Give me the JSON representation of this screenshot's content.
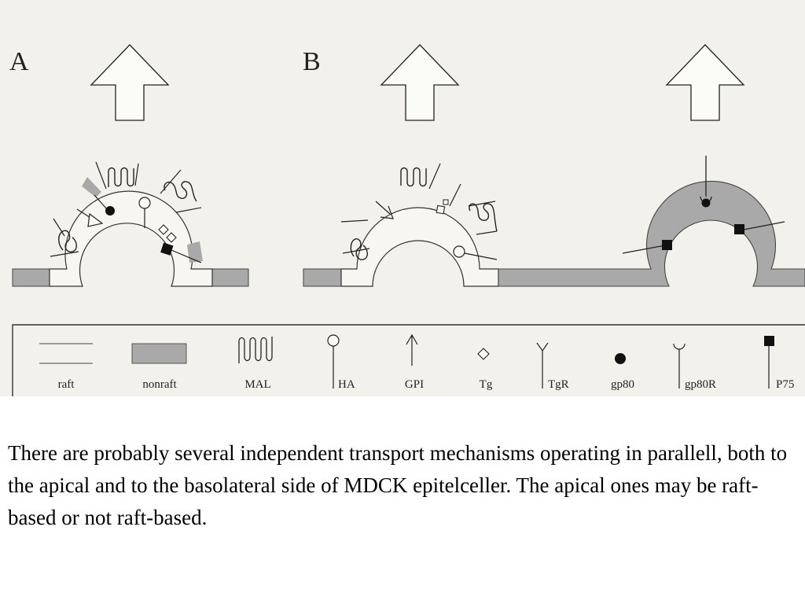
{
  "figure": {
    "panels": [
      {
        "id": "A",
        "letter": "A"
      },
      {
        "id": "B",
        "letter": "B"
      }
    ],
    "legend": [
      {
        "key": "raft",
        "label": "raft"
      },
      {
        "key": "nonraft",
        "label": "nonraft"
      },
      {
        "key": "MAL",
        "label": "MAL"
      },
      {
        "key": "HA",
        "label": "HA"
      },
      {
        "key": "GPI",
        "label": "GPI"
      },
      {
        "key": "Tg",
        "label": "Tg"
      },
      {
        "key": "TgR",
        "label": "TgR"
      },
      {
        "key": "gp80",
        "label": "gp80"
      },
      {
        "key": "gp80R",
        "label": "gp80R"
      },
      {
        "key": "P75",
        "label": "P75"
      }
    ],
    "colors": {
      "background": "#f2f1ec",
      "nonraft_fill": "#a9a9a9",
      "line": "#222222"
    }
  },
  "caption": "There are probably several independent transport mechanisms operating in parallell, both to the apical and to the basolateral side of MDCK epitelceller. The apical ones may be raft-based or not raft-based."
}
